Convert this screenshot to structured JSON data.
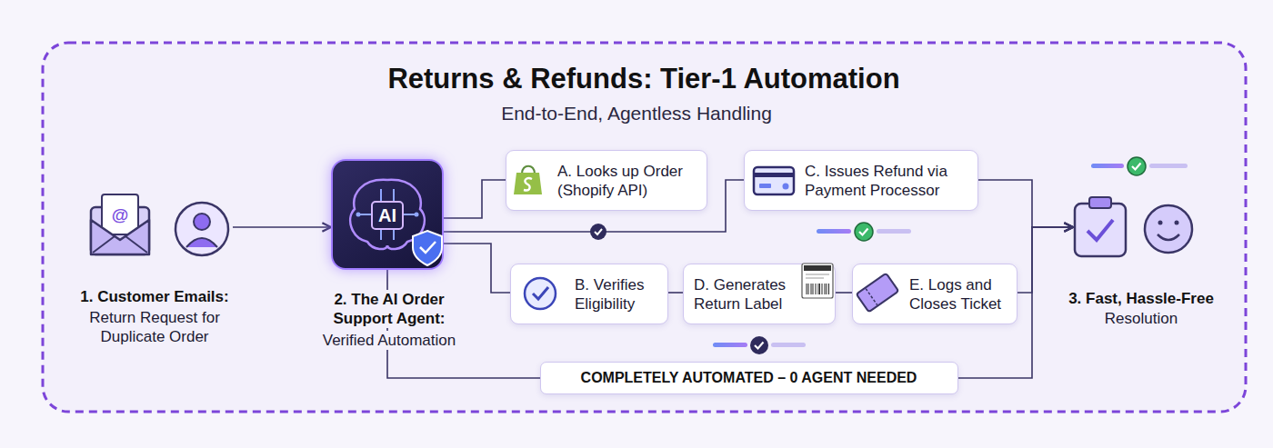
{
  "diagram": {
    "title": "Returns & Refunds: Tier-1 Automation",
    "nodes": [
      {
        "text": [
          "1. Customer Emails:",
          "Return Request for Duplicate Order"
        ]
      },
      {
        "text": [
          "AI",
          "2. The AI Order Support Agent:",
          "Verified Automation"
        ]
      },
      {
        "text": [
          "A. Looks up Order (Shopify API)"
        ]
      },
      {
        "text": [
          "C. Issues Refund via Payment Processor"
        ]
      },
      {
        "text": [
          "B. Verifies Eligibility"
        ]
      },
      {
        "text": [
          "D. Generates Return Label"
        ]
      },
      {
        "text": [
          "E. Logs and Closes Ticket"
        ]
      },
      {
        "text": [
          "COMPLETELY AUTOMATED – 0 AGENT NEEDED"
        ]
      },
      {
        "text": [
          "3. Fast, Hassle-Free",
          "Resolution"
        ]
      }
    ],
    "edges": [
      {
        "from": 0,
        "to": 1,
        "arrow": "to"
      },
      {
        "from": 1,
        "to": 2,
        "arrow": "none"
      },
      {
        "from": 1,
        "to": 4,
        "arrow": "none"
      },
      {
        "from": 1,
        "to": 3,
        "arrow": "none"
      },
      {
        "from": 4,
        "to": 5,
        "arrow": "none"
      },
      {
        "from": 5,
        "to": 6,
        "arrow": "none"
      },
      {
        "from": 3,
        "to": 8,
        "arrow": "to"
      },
      {
        "from": 6,
        "to": 8,
        "arrow": "to"
      },
      {
        "from": 1,
        "to": 7,
        "arrow": "none"
      },
      {
        "from": 7,
        "to": 8,
        "arrow": "to"
      }
    ],
    "labels": [
      "End-to-End, Agentless Handling",
      "@"
    ]
  }
}
